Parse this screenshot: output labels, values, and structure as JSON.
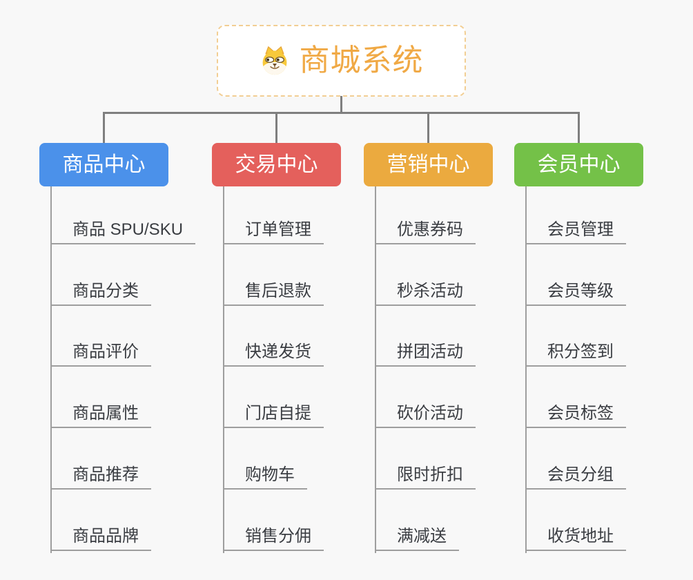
{
  "root": {
    "title": "商城系统",
    "icon": "dog-face-icon"
  },
  "branches": [
    {
      "label": "商品中心",
      "color": "#4B91EA",
      "children": [
        "商品 SPU/SKU",
        "商品分类",
        "商品评价",
        "商品属性",
        "商品推荐",
        "商品品牌"
      ]
    },
    {
      "label": "交易中心",
      "color": "#E4605C",
      "children": [
        "订单管理",
        "售后退款",
        "快递发货",
        "门店自提",
        "购物车",
        "销售分佣"
      ]
    },
    {
      "label": "营销中心",
      "color": "#EBAA3F",
      "children": [
        "优惠券码",
        "秒杀活动",
        "拼团活动",
        "砍价活动",
        "限时折扣",
        "满减送"
      ]
    },
    {
      "label": "会员中心",
      "color": "#74C148",
      "children": [
        "会员管理",
        "会员等级",
        "积分签到",
        "会员标签",
        "会员分组",
        "收货地址"
      ]
    }
  ],
  "colors": {
    "background": "#F8F8F8",
    "root_accent": "#F0A945",
    "root_border": "#F2CE93",
    "connector": "#7F7F7F",
    "leaf_line": "#9E9E9E",
    "leaf_text": "#3A3D42",
    "header_text": "#FFFFFF"
  }
}
